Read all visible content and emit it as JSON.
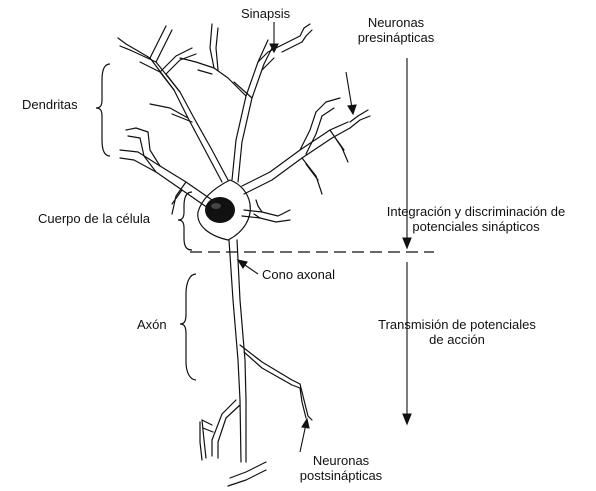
{
  "labels": {
    "sinapsis": "Sinapsis",
    "neuronas_pre_1": "Neuronas",
    "neuronas_pre_2": "presinápticas",
    "dendritas": "Dendritas",
    "cuerpo": "Cuerpo de la célula",
    "cono": "Cono axonal",
    "axon": "Axón",
    "integracion_1": "Integración y discriminación de",
    "integracion_2": "potenciales sinápticos",
    "transmision_1": "Transmisión de potenciales",
    "transmision_2": "de acción",
    "neuronas_post_1": "Neuronas",
    "neuronas_post_2": "postsinápticas"
  }
}
